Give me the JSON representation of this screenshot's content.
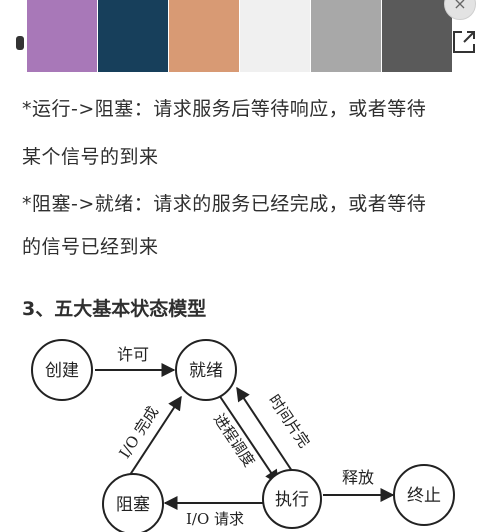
{
  "swatches": {
    "colors": [
      "#a878b8",
      "#173f5b",
      "#d89a74",
      "#f0f0f0",
      "#a8a8a8",
      "#5a5a5a"
    ]
  },
  "icons": {
    "close": "close-icon",
    "share": "share-icon"
  },
  "text": {
    "line1": "*运行->阻塞：请求服务后等待响应，或者等待",
    "line2": "某个信号的到来",
    "line3": "*阻塞->就绪：请求的服务已经完成，或者等待",
    "line4": "的信号已经到来",
    "heading": "3、五大基本状态模型"
  },
  "diagram": {
    "nodes": {
      "create": "创建",
      "ready": "就绪",
      "blocked": "阻塞",
      "running": "执行",
      "terminate": "终止"
    },
    "edges": {
      "create_ready": "许可",
      "blocked_ready": "I/O 完成",
      "ready_running": "进程调度",
      "running_ready": "时间片完",
      "running_blocked": "I/O 请求",
      "running_terminate": "释放"
    }
  }
}
